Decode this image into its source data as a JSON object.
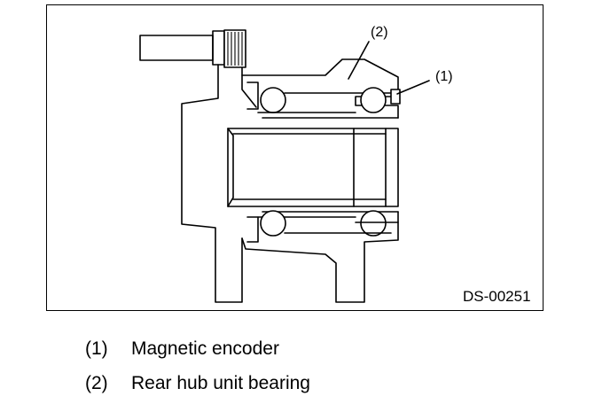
{
  "figure": {
    "code": "DS-00251",
    "callouts": [
      {
        "num": "(1)"
      },
      {
        "num": "(2)"
      }
    ]
  },
  "legend": [
    {
      "num": "(1)",
      "text": "Magnetic encoder"
    },
    {
      "num": "(2)",
      "text": "Rear hub unit bearing"
    }
  ]
}
